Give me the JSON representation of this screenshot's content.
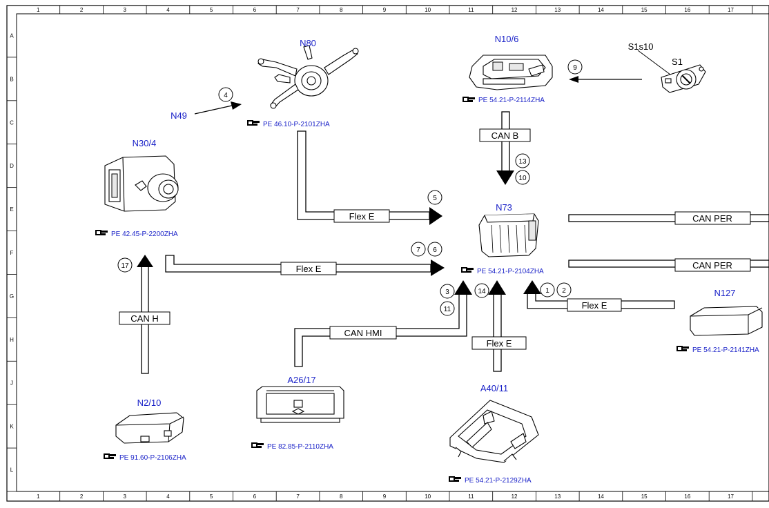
{
  "grid": {
    "cols": [
      "1",
      "2",
      "3",
      "4",
      "5",
      "6",
      "7",
      "8",
      "9",
      "10",
      "11",
      "12",
      "13",
      "14",
      "15",
      "16",
      "17"
    ],
    "rows": [
      "A",
      "B",
      "C",
      "D",
      "E",
      "F",
      "G",
      "H",
      "J",
      "K",
      "L"
    ]
  },
  "components": {
    "N80": {
      "label": "N80",
      "ref": "PE 46.10-P-2101ZHA"
    },
    "N10_6": {
      "label": "N10/6",
      "ref": "PE 54.21-P-2114ZHA"
    },
    "S1": {
      "label": "S1",
      "sub": "S1s10"
    },
    "N49": {
      "label": "N49"
    },
    "N30_4": {
      "label": "N30/4",
      "ref": "PE 42.45-P-2200ZHA"
    },
    "N73": {
      "label": "N73",
      "ref": "PE 54.21-P-2104ZHA"
    },
    "N127": {
      "label": "N127",
      "ref": "PE 54.21-P-2141ZHA"
    },
    "A26_17": {
      "label": "A26/17",
      "ref": "PE 82.85-P-2110ZHA"
    },
    "A40_11": {
      "label": "A40/11",
      "ref": "PE 54.21-P-2129ZHA"
    },
    "N2_10": {
      "label": "N2/10",
      "ref": "PE 91.60-P-2106ZHA"
    }
  },
  "buses": {
    "can_b": "CAN B",
    "flex_e_top": "Flex E",
    "flex_e_mid": "Flex E",
    "flex_e_right": "Flex E",
    "flex_e_a40": "Flex E",
    "can_per_1": "CAN PER",
    "can_per_2": "CAN PER",
    "can_h": "CAN H",
    "can_hmi": "CAN HMI"
  },
  "callouts": [
    "1",
    "2",
    "3",
    "4",
    "5",
    "6",
    "7",
    "9",
    "10",
    "11",
    "13",
    "14",
    "17"
  ]
}
